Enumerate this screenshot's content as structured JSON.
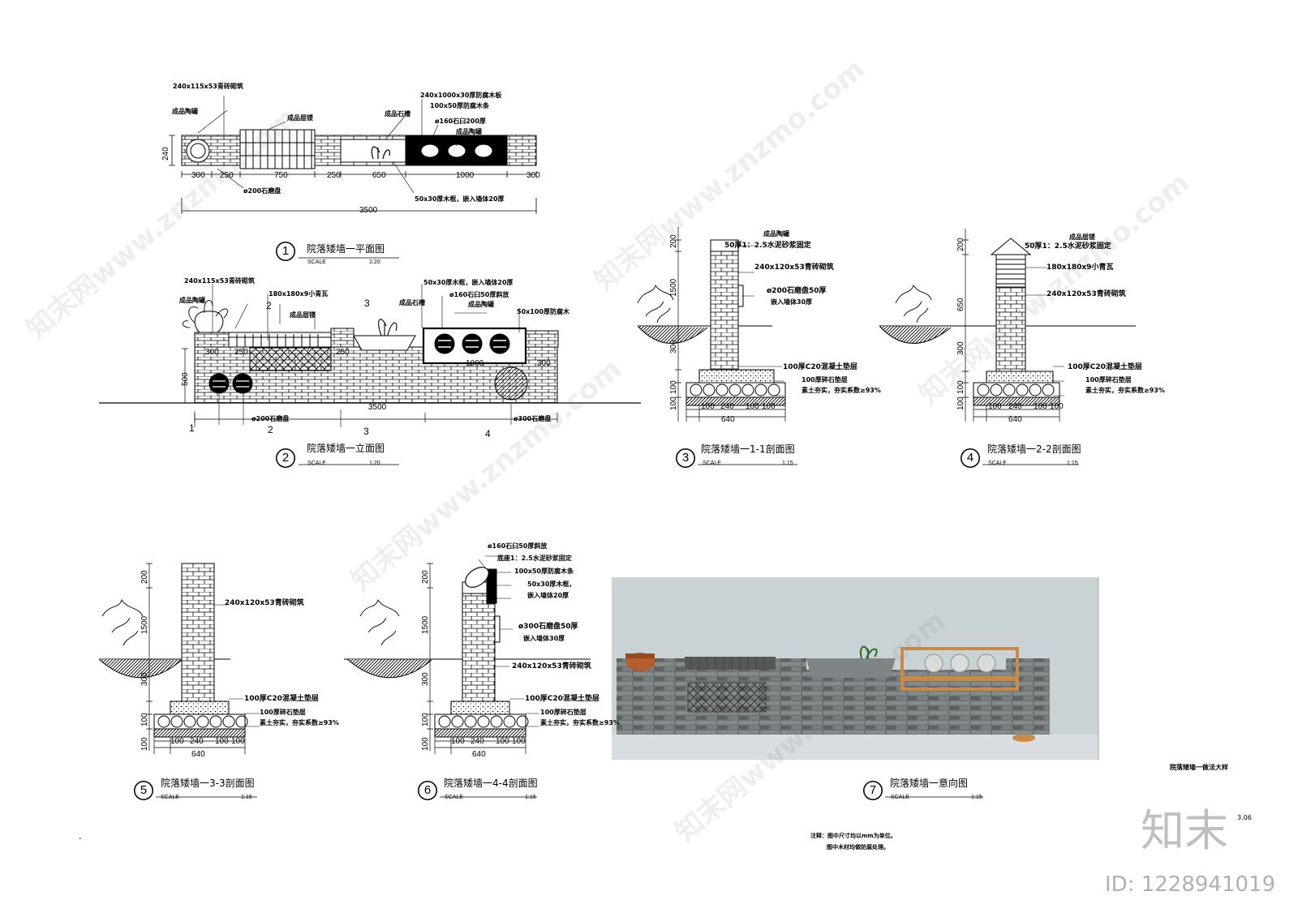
{
  "views": {
    "plan": {
      "num": "1",
      "title": "院落矮墙一平面图",
      "scale_word": "SCALE",
      "scale": "1:20",
      "labels": [
        "240x115x53青砖砌筑",
        "成品陶罐",
        "成品层镂",
        "成品石槽",
        "240x1000x30厚防腐木板",
        "100x50厚防腐木条",
        "ø160石臼200厚",
        "成品陶罐",
        "ø200石磨盘",
        "50x30厚木框，嵌入墙体20厚"
      ],
      "dims": [
        "300",
        "250",
        "750",
        "250",
        "650",
        "1000",
        "300"
      ],
      "total": "3500",
      "height": "240"
    },
    "elevation": {
      "num": "2",
      "title": "院落矮墙一立面图",
      "scale_word": "SCALE",
      "scale": "1:20",
      "labels": [
        "240x115x53青砖砌筑",
        "成品陶罐",
        "180x180x9小青瓦",
        "成品层镂",
        "成品石槽",
        "50x30厚木框，嵌入墙体20厚",
        "ø160石臼50厚斜放",
        "成品陶罐",
        "50x100厚防腐木",
        "ø200石磨盘",
        "ø300石磨盘"
      ],
      "dims": [
        "300",
        "250",
        "250",
        "300",
        "1000"
      ],
      "total": "3500",
      "height": "500",
      "markers": [
        "1",
        "2",
        "3",
        "4",
        "2",
        "3"
      ]
    },
    "sec11": {
      "num": "3",
      "title": "院落矮墙一1-1剖面图",
      "scale_word": "SCALE",
      "scale": "1:15",
      "labels": [
        "成品陶罐",
        "50厚1：2.5水泥砂浆固定",
        "240x120x53青砖砌筑",
        "ø200石磨盘50厚",
        "嵌入墙体30厚",
        "100厚C20混凝土垫层",
        "100厚碎石垫层",
        "素土夯实，夯实系数≥93%"
      ],
      "vdims": [
        "200",
        "1500",
        "300",
        "100",
        "100"
      ],
      "hdims": [
        "100",
        "240",
        "100",
        "100"
      ],
      "total": "640"
    },
    "sec22": {
      "num": "4",
      "title": "院落矮墙一2-2剖面图",
      "scale_word": "SCALE",
      "scale": "1:15",
      "labels": [
        "成品层镂",
        "50厚1：2.5水泥砂浆固定",
        "180x180x9小青瓦",
        "240x120x53青砖砌筑",
        "100厚C20混凝土垫层",
        "100厚碎石垫层",
        "素土夯实，夯实系数≥93%"
      ],
      "vdims": [
        "200",
        "650",
        "300",
        "100",
        "100"
      ],
      "hdims": [
        "100",
        "240",
        "100",
        "100"
      ],
      "total": "640"
    },
    "sec33": {
      "num": "5",
      "title": "院落矮墙一3-3剖面图",
      "scale_word": "SCALE",
      "scale": "1:15",
      "labels": [
        "240x120x53青砖砌筑",
        "100厚C20混凝土垫层",
        "100厚碎石垫层",
        "素土夯实，夯实系数≥93%"
      ],
      "vdims": [
        "200",
        "1500",
        "300",
        "100",
        "100"
      ],
      "hdims": [
        "100",
        "240",
        "100",
        "100"
      ],
      "total": "640"
    },
    "sec44": {
      "num": "6",
      "title": "院落矮墙一4-4剖面图",
      "scale_word": "SCALE",
      "scale": "1:15",
      "labels": [
        "ø160石臼50厚斜放",
        "底座1：2.5水泥砂浆固定",
        "100x50厚防腐木条",
        "50x30厚木框，",
        "嵌入墙体20厚",
        "ø300石磨盘50厚",
        "嵌入墙体30厚",
        "240x120x53青砖砌筑",
        "100厚C20混凝土垫层",
        "100厚碎石垫层",
        "素土夯实，夯实系数≥93%"
      ],
      "vdims": [
        "200",
        "1500",
        "300",
        "100",
        "100"
      ],
      "hdims": [
        "100",
        "240",
        "100",
        "100"
      ],
      "total": "640"
    },
    "render": {
      "num": "7",
      "title": "院落矮墙一意向图",
      "scale_word": "SCALE",
      "scale": "1:15"
    }
  },
  "sheet": {
    "caption": "院落矮墙一做法大样",
    "sheet_no": "3.06",
    "notes": [
      "注释：图中尺寸均以mm为单位。",
      "图中木材均做防腐处理。"
    ],
    "dash": "-"
  },
  "branding": {
    "logo": "知末",
    "id": "ID: 1228941019",
    "watermark": "知末网www.znzmo.com"
  },
  "colors": {
    "line": "#000000",
    "render_sky": "#c9d3d6",
    "render_brick": "#6b6f70",
    "render_wood": "#c98a45",
    "render_pot": "#b55d2c",
    "watermark": "#d7d7d7"
  }
}
